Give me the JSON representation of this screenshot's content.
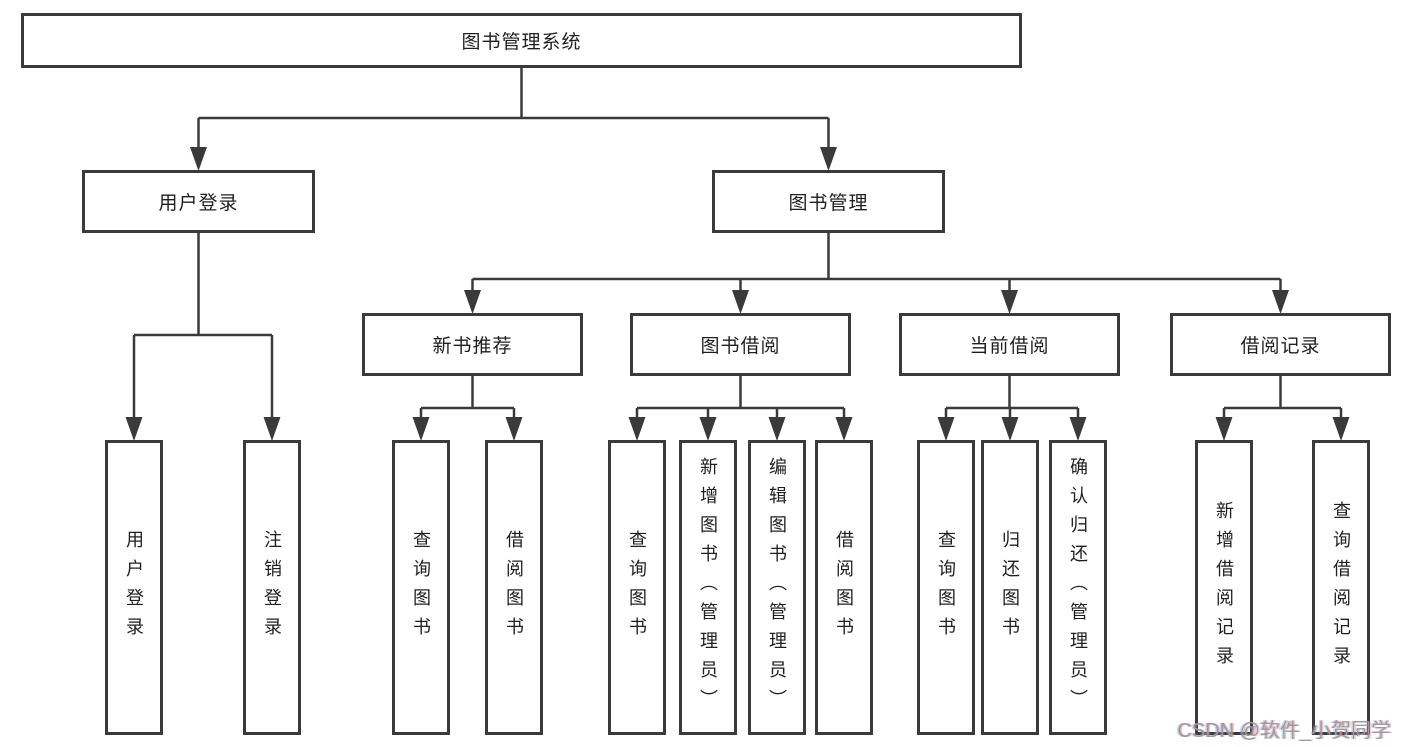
{
  "diagram": {
    "type": "org-tree",
    "colors": {
      "background": "#ffffff",
      "box_fill": "#ffffff",
      "box_border": "#3a3a3a",
      "line": "#3a3a3a",
      "text": "#1f1f1f",
      "watermark": "#9b9b9b"
    },
    "tree": {
      "root": {
        "label": "图书管理系统"
      },
      "children": [
        {
          "label": "用户登录",
          "children": [
            {
              "label": "用户登录"
            },
            {
              "label": "注销登录"
            }
          ]
        },
        {
          "label": "图书管理",
          "children": [
            {
              "label": "新书推荐",
              "children": [
                {
                  "label": "查询图书"
                },
                {
                  "label": "借阅图书"
                }
              ]
            },
            {
              "label": "图书借阅",
              "children": [
                {
                  "label": "查询图书"
                },
                {
                  "label": "新增图书（管理员）"
                },
                {
                  "label": "编辑图书（管理员）"
                },
                {
                  "label": "借阅图书"
                }
              ]
            },
            {
              "label": "当前借阅",
              "children": [
                {
                  "label": "查询图书"
                },
                {
                  "label": "归还图书"
                },
                {
                  "label": "确认归还（管理员）"
                }
              ]
            },
            {
              "label": "借阅记录",
              "children": [
                {
                  "label": "新增借阅记录"
                },
                {
                  "label": "查询借阅记录"
                }
              ]
            }
          ]
        }
      ]
    },
    "watermark": "CSDN @软件_小贺同学"
  }
}
